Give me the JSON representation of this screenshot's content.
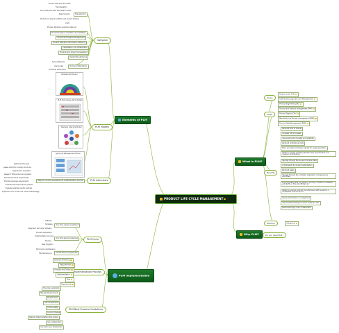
{
  "center": {
    "label": "PRODUCT LIFE CYCLE MANAGEMENT"
  },
  "main": {
    "elements": "Elements of PLM",
    "what_is": "What is PLM?",
    "why": "Why PLM?",
    "implementation": "PLM Implementation"
  },
  "software": {
    "label": "Software",
    "management_group": "Management",
    "management_items": [
      "Product data and information",
      "File Integration",
      "Documents and their associated content",
      "Requirements",
      "Product and project portfolios and product families",
      "Costs",
      "Process definitions regarding data and"
    ],
    "system_items": [
      "Product analysis, simulation and validation",
      "Component Supplier Management",
      "Product Definition Information Authoring",
      "Visualization and Collaboration",
      "Program and project management",
      "Digital Manufacturing"
    ],
    "tech_group": "Technical Publications",
    "tech_items": [
      "Service Manuals",
      "User guides",
      "Consumer instructions"
    ]
  },
  "models": {
    "label": "PLM Models",
    "items": [
      "CIMdata PLM Model",
      "PLM Technology stack (detail)",
      "Siemens Lifecycle Model",
      "Lyfecycle Management Model"
    ]
  },
  "interviews": {
    "label": "PLM Interviews",
    "sub": "Steps for vendor evaluation and implementation process",
    "items": [
      "Determine the need",
      "Assess what the company should be",
      "Organize the evaluation",
      "Research PLM vendors and systems",
      "Prioritize technical requirements",
      "Prioritize business requirements",
      "Evaluate the best business systems",
      "Evaluate potential vendor partners",
      "Implement and monitor the chosen PLM strategy"
    ]
  },
  "what_is": {
    "scope_label": "Scope",
    "scope_items": [
      "People centric PLM",
      "CLM (Closed Loop Life cycle Management)",
      "Product Engineering (PE)"
    ],
    "areas_label": "Areas",
    "areas_items": [
      "Product and Portfolio management (PPM)",
      "Product Design (CAx)",
      "Manufacturing Process management (MPM)",
      "Product Data Management (PDM)"
    ],
    "benefits_label": "Benefits",
    "benefits_items": [
      "Reduced time to market",
      "Increase full price sales",
      "Improved product quality and reliability",
      "Reduced prototyping costs",
      "More accurate and timely request for quote generation",
      "Ability to quickly identify potential sales opportunities and revenue contributions",
      "Savings through the re-use of original data",
      "A framework for product optimization",
      "Reduced waste",
      "Savings through the complete integration of engineering workflows",
      "Documentation that can assist in proving compliance available with RoHS or Title 21 CFR Part 11",
      "Ability to provide contract manufacturers with access to a centralized product record",
      "Seasonal fluctuation management",
      "Improved forecasting to reduce material costs",
      "Maximize supply chain collaboration"
    ],
    "roi_label": "PLM ROI",
    "roi_item": "Categories"
  },
  "why": {
    "sub": "Do you need PLM?"
  },
  "implementation": {
    "plm_cycle": "PLM Cycle",
    "cycle_groups": [
      {
        "label": "One time capital investment",
        "items": [
          "Software",
          "Hardware",
          "Integration with other Software"
        ]
      },
      {
        "label": "One time general expenses",
        "items": [
          "Process Optimization",
          "Implementation services",
          "Training",
          "Data migration"
        ]
      },
      {
        "label": "Annual Recurring expenses",
        "items": [
          "SW Licence maintenance",
          "HW Maintenance"
        ]
      }
    ],
    "process_label": "Implementation Process",
    "process_items": [
      "Business Modelling",
      "Requirements",
      "Analysis and Design",
      "Implementation",
      "Test",
      "Deployment"
    ],
    "guidelines_label": "PLM Best Practice Guidelines",
    "guidelines_items": [
      "Ensuring Leadership",
      "Manage Requirements",
      "Project Vision",
      "Use Components",
      "Think Quality",
      "Control Change",
      "Deliver implementation time reduce",
      "Use collaboration",
      "Use Users as a Stakeholder"
    ]
  },
  "colors": {
    "accent": "#8ab33a",
    "node_green": "#1a6e25",
    "center_bg": "#0f2a10",
    "wire": "#8ab33a"
  }
}
